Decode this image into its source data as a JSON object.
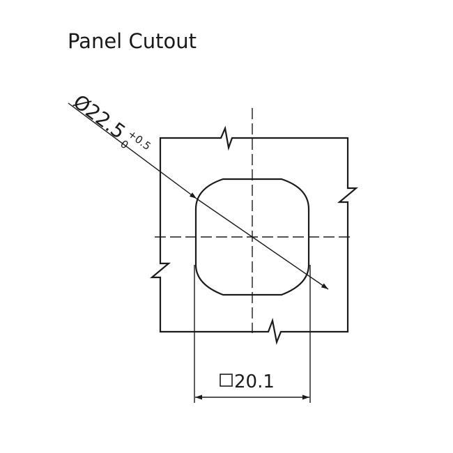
{
  "title": "Panel Cutout",
  "diameter": {
    "symbol": "Ø",
    "value": "22.5",
    "upper_tolerance": "+0.5",
    "lower_tolerance": "0"
  },
  "square_dimension": {
    "symbol": "□",
    "value": "20.1"
  },
  "colors": {
    "line": "#1a1a1a",
    "background": "#ffffff"
  }
}
